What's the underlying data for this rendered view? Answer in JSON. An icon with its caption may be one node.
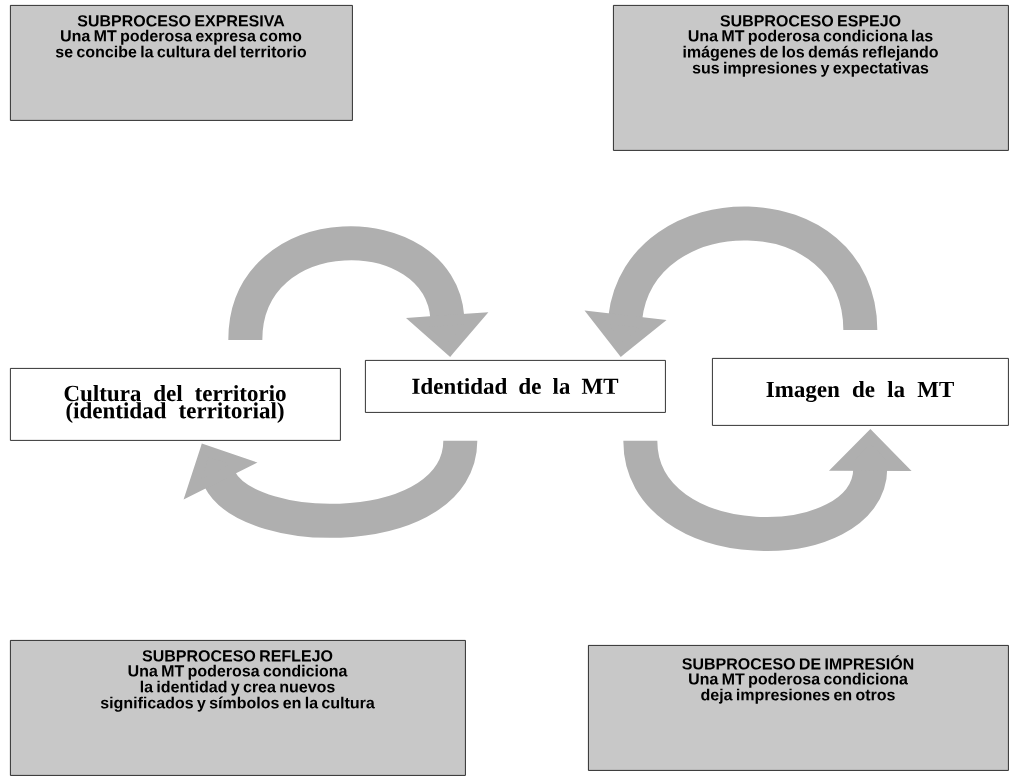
{
  "diagram": {
    "nodes": [
      {
        "text": [
          "SUBPROCESO EXPRESIVA",
          "Una MT poderosa expresa como se concibe la cultura del territorio"
        ]
      },
      {
        "text": [
          "SUBPROCESO ESPEJO",
          "Una MT poderosa condiciona las imágenes de los demás reflejando sus impresiones y expectativas"
        ]
      },
      {
        "text": [
          "Cultura del territorio (identidad territorial)"
        ]
      },
      {
        "text": [
          "Identidad de la MT"
        ]
      },
      {
        "text": [
          "Imagen de la MT"
        ]
      },
      {
        "text": [
          "SUBPROCESO REFLEJO",
          "Una MT poderosa condiciona la identidad y crea nuevos significados y símbolos en la cultura"
        ]
      },
      {
        "text": [
          "SUBPROCESO DE IMPRESIÓN",
          "Una MT poderosa condiciona deja impresiones en otros"
        ]
      }
    ],
    "edges": [
      {
        "from": 2,
        "to": 3,
        "arrow": "to"
      },
      {
        "from": 4,
        "to": 3,
        "arrow": "to"
      },
      {
        "from": 3,
        "to": 2,
        "arrow": "to"
      },
      {
        "from": 3,
        "to": 4,
        "arrow": "to"
      }
    ]
  }
}
